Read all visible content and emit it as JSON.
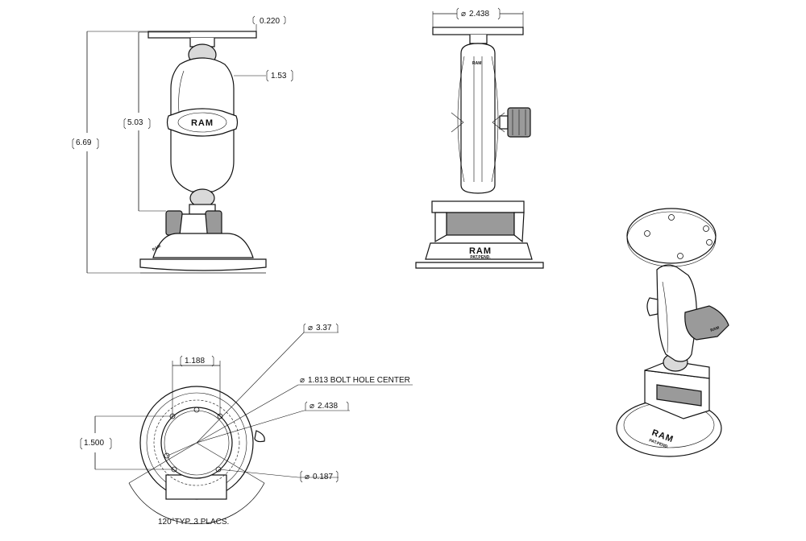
{
  "dimensions": {
    "plate_thickness": "0.220",
    "arm_width": "1.53",
    "ball_to_ball_height": "5.03",
    "overall_height": "6.69",
    "plate_diameter_side": "2.438",
    "bolt_spacing": "1.188",
    "bolt_offset": "1.500",
    "base_diameter": "3.37",
    "bolt_hole_center": "1.813 BOLT HOLE CENTER",
    "plate_diameter_top": "2.438",
    "hole_diameter": "0.187",
    "angle_note": "120°TYP. 3 PLACS."
  },
  "symbols": {
    "diameter": "⌀"
  },
  "logos": {
    "front_knob": "RAM",
    "side_base": "RAM",
    "side_base_sub": "PAT.PEND.",
    "iso_base": "RAM",
    "iso_base_sub": "PAT.PEND."
  }
}
